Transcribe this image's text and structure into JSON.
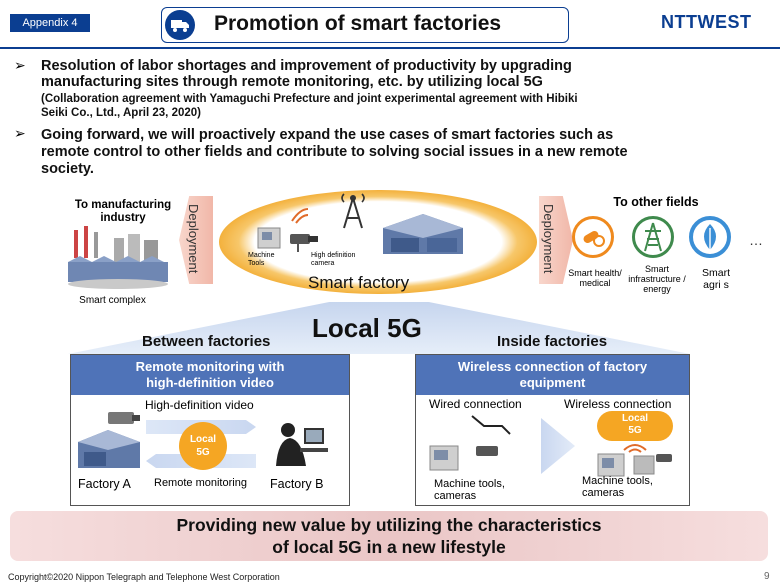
{
  "header": {
    "appendix": "Appendix 4",
    "title": "Promotion of smart factories",
    "logo": "NTTWEST"
  },
  "bullets": [
    {
      "line1": "Resolution of labor shortages and improvement of productivity by upgrading",
      "line2": "manufacturing sites through remote monitoring, etc. by utilizing local 5G",
      "sub1": "(Collaboration agreement with Yamaguchi Prefecture and joint experimental agreement with Hibiki",
      "sub2": "Seiki Co., Ltd., April 23, 2020)"
    },
    {
      "line1": "Going forward, we will proactively expand the use cases of smart factories such as",
      "line2": "remote control to other fields and contribute to solving social issues in a new remote",
      "line3": "society."
    }
  ],
  "left": {
    "title1": "To manufacturing",
    "title2": "industry",
    "caption": "Smart complex",
    "deploy": "Deployment"
  },
  "center": {
    "machine_line1": "Machine",
    "machine_line2": "Tools",
    "camera_line1": "High definition",
    "camera_line2": "camera",
    "smart_factory": "Smart factory"
  },
  "right": {
    "title": "To other fields",
    "deploy": "Deployment",
    "ellipsis": "…",
    "fields": [
      {
        "line1": "Smart health/",
        "line2": "medical",
        "line3": ""
      },
      {
        "line1": "Smart",
        "line2": "infrastructure /",
        "line3": "energy"
      },
      {
        "line1": "Smart",
        "line2": "agri s",
        "line3": ""
      }
    ]
  },
  "middle": {
    "local5g": "Local 5G",
    "between": "Between factories",
    "inside": "Inside factories"
  },
  "panel_left": {
    "head1": "Remote monitoring with",
    "head2": "high-definition video",
    "video_label": "High-definition video",
    "badge1": "Local",
    "badge2": "5G",
    "factory_a": "Factory A",
    "monitoring": "Remote monitoring",
    "factory_b": "Factory B"
  },
  "panel_right": {
    "head1": "Wireless connection of factory",
    "head2": "equipment",
    "wired": "Wired connection",
    "wireless": "Wireless connection",
    "badge1": "Local",
    "badge2": "5G",
    "cap_left1": "Machine tools,",
    "cap_left2": "cameras",
    "cap_right1": "Machine tools,",
    "cap_right2": "cameras"
  },
  "footer": {
    "line1": "Providing new value by utilizing the characteristics",
    "line2": "of local 5G in a new lifestyle",
    "copyright": "Copyright©2020 Nippon Telegraph and Telephone West Corporation",
    "page": "9"
  },
  "colors": {
    "brand_blue": "#0b3e91",
    "panel_header": "#4f73b8",
    "ring_orange": "#f1a626",
    "badge_orange": "#f5a623",
    "health_orange": "#ef8a1e",
    "infra_green": "#3f8a4d",
    "agri_blue": "#3b8fd6"
  }
}
